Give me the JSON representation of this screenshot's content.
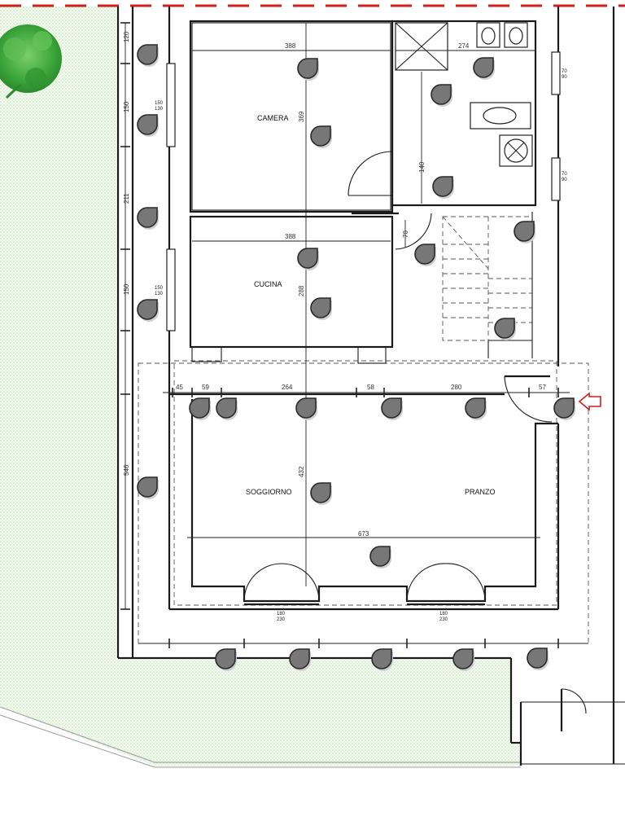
{
  "rooms": {
    "camera": "CAMERA",
    "cucina": "CUCINA",
    "soggiorno": "SOGGIORNO",
    "pranzo": "PRANZO"
  },
  "dimensions": {
    "left_120": "120",
    "left_150_top": "150",
    "left_211": "211",
    "left_150_mid": "150",
    "left_546": "546",
    "camera_width": "388",
    "camera_height": "369",
    "cucina_width": "388",
    "cucina_height": "288",
    "bath_width": "274",
    "bath_140": "140",
    "bath_70_h": "70",
    "seg_45": "45",
    "seg_59": "59",
    "seg_264": "264",
    "seg_58": "58",
    "seg_280": "280",
    "seg_57": "57",
    "soggiorno_height": "432",
    "soggiorno_width": "673",
    "win1_top": "150",
    "win1_bot": "130",
    "win2_top": "150",
    "win2_bot": "130",
    "bath_win1_top": "70",
    "bath_win1_bot": "90",
    "bath_win2_top": "70",
    "bath_win2_bot": "90",
    "door1_top": "180",
    "door1_bot": "230",
    "door2_top": "180",
    "door2_bot": "230"
  },
  "colors": {
    "lawn": "#7cc26a",
    "tree": "#3aa43a",
    "boundary": "#d21f1f",
    "marker": "#777777",
    "entrance_arrow": "#d21f1f"
  },
  "icons": {
    "marker": "camera-marker-icon",
    "entrance": "entrance-arrow-icon",
    "tree": "tree-icon"
  }
}
